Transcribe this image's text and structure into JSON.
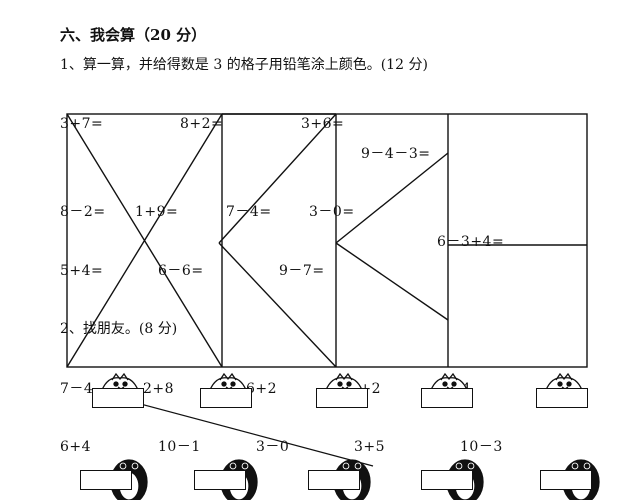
{
  "section": {
    "title": "六、我会算（20 分）"
  },
  "q1": {
    "instruction": "1、算一算，并给得数是 3 的格子用铅笔涂上颜色。(12 分)",
    "expressions": [
      "3+7=",
      "8+2=",
      "3+6=",
      "9－4－3=",
      "8－2=",
      "1+9=",
      "7－4=",
      "3－0=",
      "6－3+4=",
      "5+4=",
      "6－6=",
      "9－7="
    ]
  },
  "q2": {
    "instruction": "2、找朋友。(8 分)",
    "top_row": [
      "7－4",
      "2+8",
      "6+2",
      "4+2",
      "4+4"
    ],
    "bottom_row": [
      "6+4",
      "10－1",
      "3－0",
      "3+5",
      "10－3"
    ]
  },
  "icons": {
    "bird": "bird-icon",
    "penguin": "penguin-icon"
  },
  "colors": {
    "ink": "#111111",
    "paper": "#ffffff"
  }
}
